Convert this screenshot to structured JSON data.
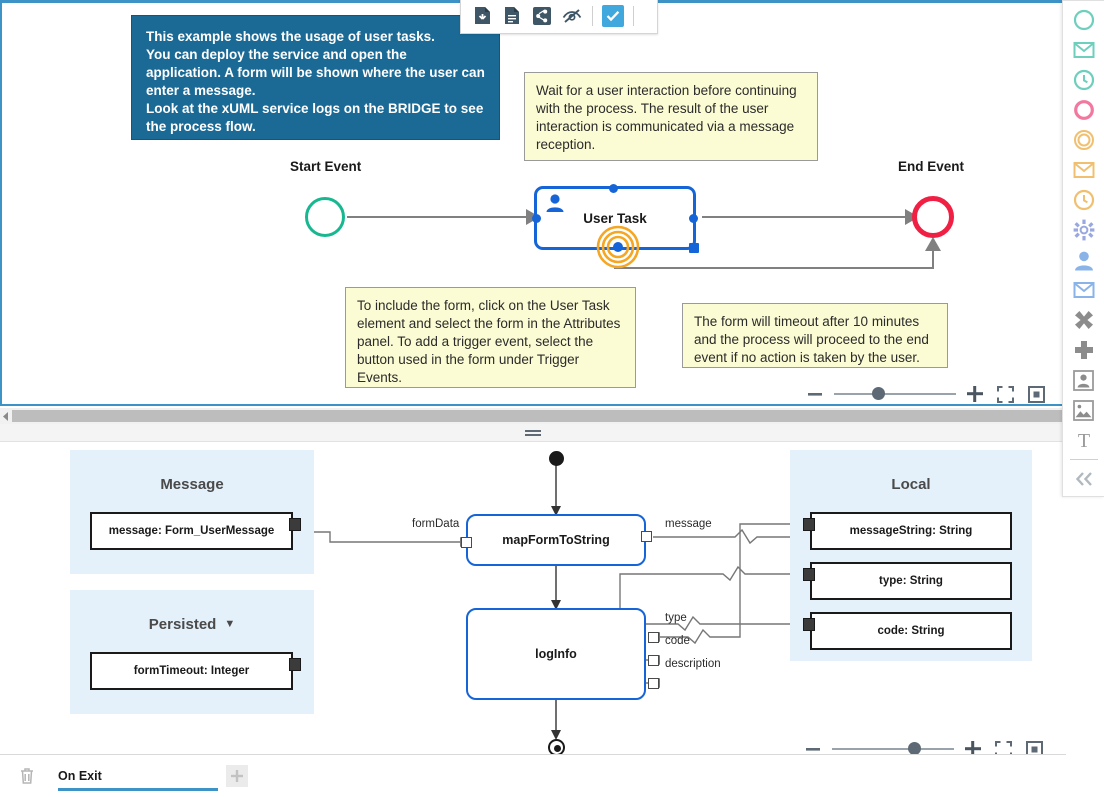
{
  "toolbar": {
    "buttons": [
      {
        "name": "save-icon",
        "title": "Save"
      },
      {
        "name": "document-icon",
        "title": "Document"
      },
      {
        "name": "share-icon",
        "title": "Share"
      },
      {
        "name": "eye-off-icon",
        "title": "Hide"
      }
    ],
    "checkbox_checked": true,
    "accent": "#40a8dd"
  },
  "bpmn": {
    "notes": {
      "blue": "This example shows the usage of user tasks.\nYou can deploy the service and open the application. A form will be shown where the user can enter a message.\nLook at the xUML service logs on the BRIDGE to see the process flow.",
      "wait": "Wait for a user interaction before continuing with the process. The result of the user interaction is communicated via a message reception.",
      "include": "To include the form, click on the User Task element and select the form in the Attributes panel. To add a trigger event, select the button used in the form under Trigger Events.",
      "timeout": "The form will timeout after 10 minutes and the process will proceed to the end event if no action is taken by the user."
    },
    "start_event_label": "Start Event",
    "end_event_label": "End Event",
    "user_task_label": "User Task",
    "colors": {
      "start_event": "#17b890",
      "end_event": "#f02044",
      "selected": "#1565d8",
      "timer": "#f5a623",
      "note_blue_bg": "#1b6a96",
      "note_yellow_bg": "#fbfbd4"
    },
    "zoom": {
      "minus": "−",
      "plus": "+",
      "value_percent": 35,
      "fit_icon": "fit-screen-icon",
      "actual_icon": "actual-size-icon"
    }
  },
  "flow": {
    "groups": [
      {
        "title": "Message",
        "has_caret": false
      },
      {
        "title": "Persisted",
        "has_caret": true,
        "caret": "▼"
      },
      {
        "title": "Local",
        "has_caret": false
      }
    ],
    "variables": {
      "message": "message: Form_UserMessage",
      "persisted": "formTimeout: Integer",
      "local": [
        "messageString: String",
        "type: String",
        "code: String"
      ]
    },
    "actions": [
      {
        "label": "mapFormToString"
      },
      {
        "label": "logInfo"
      }
    ],
    "pin_labels": {
      "in_formdata": "formData",
      "out_message": "message",
      "in_type": "type",
      "in_code": "code",
      "in_description": "description"
    },
    "zoom": {
      "minus": "−",
      "plus": "+",
      "value_percent": 70,
      "fit_icon": "fit-screen-icon",
      "actual_icon": "actual-size-icon"
    }
  },
  "bottom_bar": {
    "delete_icon": "trash-icon",
    "tab_label": "On Exit",
    "add_icon": "plus-icon",
    "tab_accent": "#3d92c6"
  },
  "palette": {
    "items": [
      {
        "name": "palette-start-event",
        "icon": "circle-icon",
        "color": "#6ecfbc"
      },
      {
        "name": "palette-message-start-event",
        "icon": "envelope-icon",
        "color": "#6ecfbc"
      },
      {
        "name": "palette-timer-start-event",
        "icon": "clock-icon",
        "color": "#6ecfbc"
      },
      {
        "name": "palette-end-event",
        "icon": "circle-icon",
        "color": "#f2789f"
      },
      {
        "name": "palette-intermediate-event",
        "icon": "double-circle-icon",
        "color": "#f0c070"
      },
      {
        "name": "palette-message-event",
        "icon": "envelope-icon",
        "color": "#f0c070"
      },
      {
        "name": "palette-timer-event",
        "icon": "clock-icon",
        "color": "#f0c070"
      },
      {
        "name": "palette-service-task",
        "icon": "gear-icon",
        "color": "#9aa8e0"
      },
      {
        "name": "palette-user-task",
        "icon": "person-icon",
        "color": "#8ab4e8"
      },
      {
        "name": "palette-receive-task",
        "icon": "envelope-icon",
        "color": "#8ab4e8"
      },
      {
        "name": "palette-exclusive-gateway",
        "icon": "cross-icon",
        "color": "#8c8c8c"
      },
      {
        "name": "palette-parallel-gateway",
        "icon": "plus-icon",
        "color": "#8c8c8c"
      },
      {
        "name": "palette-pool",
        "icon": "user-box-icon",
        "color": "#8c8c8c"
      },
      {
        "name": "palette-image",
        "icon": "image-icon",
        "color": "#8c8c8c"
      },
      {
        "name": "palette-text-annotation",
        "icon": "text-t-icon",
        "color": "#9a9a9a"
      },
      {
        "name": "palette-collapse",
        "icon": "chevron-double-left-icon",
        "color": "#b0b8c0"
      }
    ]
  }
}
